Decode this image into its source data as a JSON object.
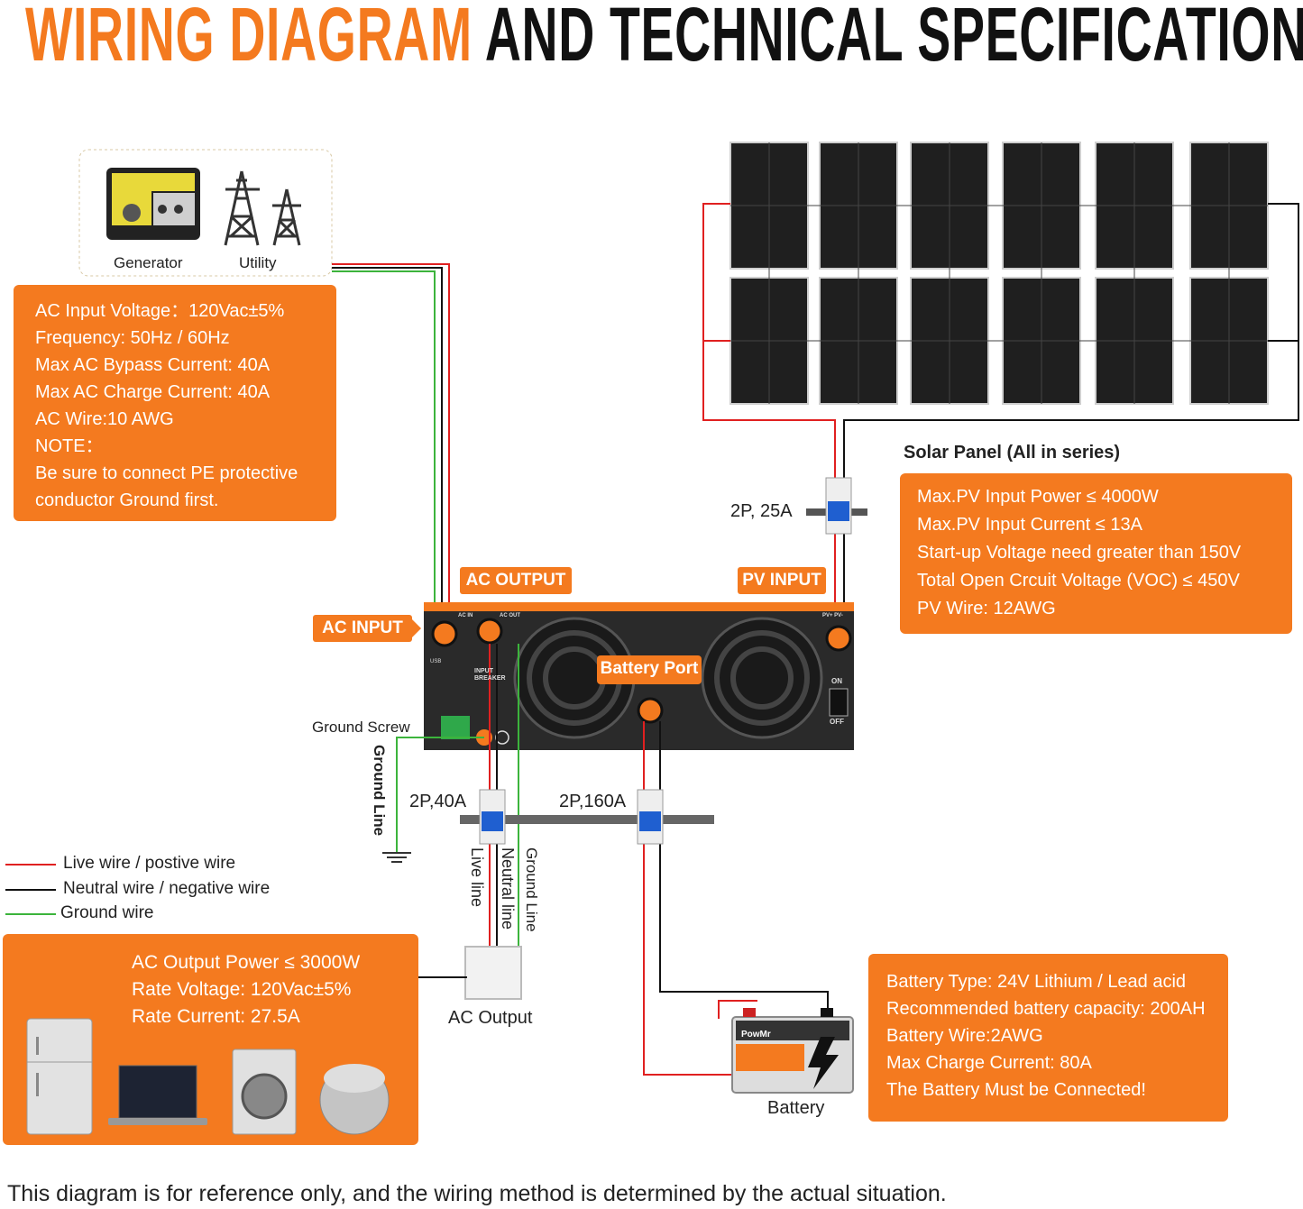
{
  "title": {
    "part1": "WIRING DIAGRAM",
    "part2": "AND TECHNICAL SPECIFICATIONS"
  },
  "sources": {
    "generator_label": "Generator",
    "utility_label": "Utility"
  },
  "ac_input_box": {
    "lines": [
      "AC Input Voltage：120Vac±5%",
      "Frequency: 50Hz / 60Hz",
      "Max AC Bypass Current: 40A",
      "Max AC Charge Current: 40A",
      "AC Wire:10 AWG",
      "NOTE：",
      "Be sure to  connect PE protective",
      "conductor Ground first."
    ]
  },
  "solar": {
    "panel_label": "Solar Panel (All in series)",
    "breaker_label": "2P, 25A",
    "lines": [
      "Max.PV Input Power ≤ 4000W",
      "Max.PV Input Current ≤ 13A",
      "Start-up Voltage need greater than 150V",
      "Total Open Crcuit Voltage (VOC) ≤ 450V",
      "PV Wire: 12AWG"
    ]
  },
  "inverter": {
    "tag_ac_input": "AC INPUT",
    "tag_ac_output": "AC OUTPUT",
    "tag_pv_input": "PV INPUT",
    "tag_battery_port": "Battery Port",
    "ground_screw": "Ground Screw",
    "port_ac_in": "AC IN",
    "port_ac_out": "AC OUT",
    "port_pv": "PV+ PV-",
    "usb": "USB",
    "input_breaker": "INPUT BREAKER",
    "on": "ON",
    "off": "OFF"
  },
  "wiring": {
    "ground_line": "Ground Line",
    "breaker_ac": "2P,40A",
    "breaker_batt": "2P,160A",
    "live_line": "Live line",
    "neutral_line": "Neutral line",
    "ground_line_out": "Ground Line",
    "ac_output_label": "AC Output",
    "battery_label": "Battery",
    "battery_brand": "PowMr"
  },
  "legend": [
    {
      "label": "Live wire / postive wire",
      "color": "#e02020"
    },
    {
      "label": "Neutral wire / negative wire",
      "color": "#111111"
    },
    {
      "label": "Ground wire",
      "color": "#3cb43c"
    }
  ],
  "ac_output_box": {
    "lines": [
      "AC Output Power ≤ 3000W",
      "Rate Voltage: 120Vac±5%",
      "Rate Current: 27.5A"
    ]
  },
  "battery_box": {
    "lines": [
      "Battery Type: 24V Lithium / Lead acid",
      "Recommended battery capacity: 200AH",
      "Battery Wire:2AWG",
      "Max Charge Current: 80A",
      "The Battery Must be Connected!"
    ]
  },
  "footer": "This diagram is for reference only, and the wiring method is determined by the actual situation.",
  "colors": {
    "accent": "#f47a1f",
    "live": "#e02020",
    "neutral": "#111111",
    "ground": "#3cb43c"
  }
}
